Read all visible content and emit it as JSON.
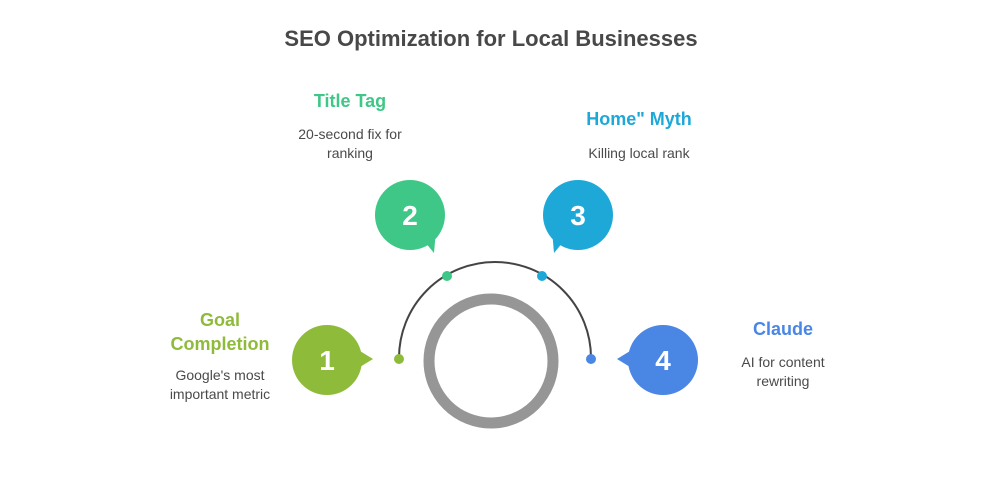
{
  "title": "SEO Optimization for Local Businesses",
  "colors": {
    "step1": "#8fbb3a",
    "step2": "#3ec786",
    "step3": "#1ea8d8",
    "step4": "#4a86e4",
    "arc": "#444444",
    "ring": "#969696",
    "text": "#4a4a4a"
  },
  "steps": [
    {
      "number": "1",
      "title": "Goal Completion",
      "title_lines": [
        "Goal",
        "Completion"
      ],
      "description_lines": [
        "Google's most",
        "important metric"
      ]
    },
    {
      "number": "2",
      "title": "Title Tag",
      "title_lines": [
        "Title Tag"
      ],
      "description_lines": [
        "20-second fix for",
        "ranking"
      ]
    },
    {
      "number": "3",
      "title": "Home\" Myth",
      "title_lines": [
        "Home\" Myth"
      ],
      "description_lines": [
        "Killing local rank"
      ]
    },
    {
      "number": "4",
      "title": "Claude",
      "title_lines": [
        "Claude"
      ],
      "description_lines": [
        "AI for content",
        "rewriting"
      ]
    }
  ]
}
